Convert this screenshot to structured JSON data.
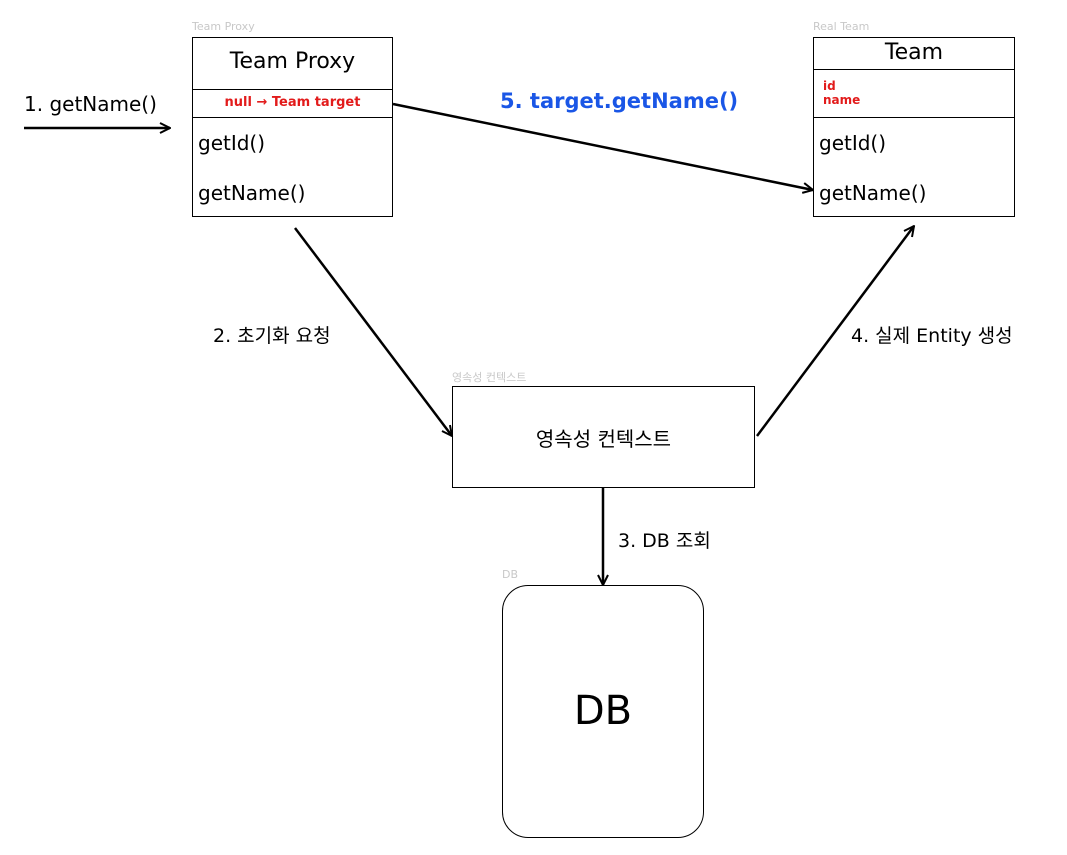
{
  "proxy": {
    "frame_label": "Team Proxy",
    "title": "Team Proxy",
    "field": "null → Team target",
    "methods": [
      "getId()",
      "getName()"
    ]
  },
  "real": {
    "frame_label": "Real Team",
    "title": "Team",
    "fields": [
      "id",
      "name"
    ],
    "methods": [
      "getId()",
      "getName()"
    ]
  },
  "context": {
    "frame_label": "영속성 컨텍스트",
    "title": "영속성 컨텍스트"
  },
  "db": {
    "frame_label": "DB",
    "title": "DB"
  },
  "steps": {
    "step1": "1. getName()",
    "step2": "2. 초기화 요청",
    "step3": "3. DB 조회",
    "step4": "4. 실제 Entity 생성",
    "step5": "5. target.getName()"
  },
  "colors": {
    "field_red": "#e21b1b",
    "step5_blue": "#1a56e6",
    "frame_label_gray": "#c8c8c8"
  }
}
